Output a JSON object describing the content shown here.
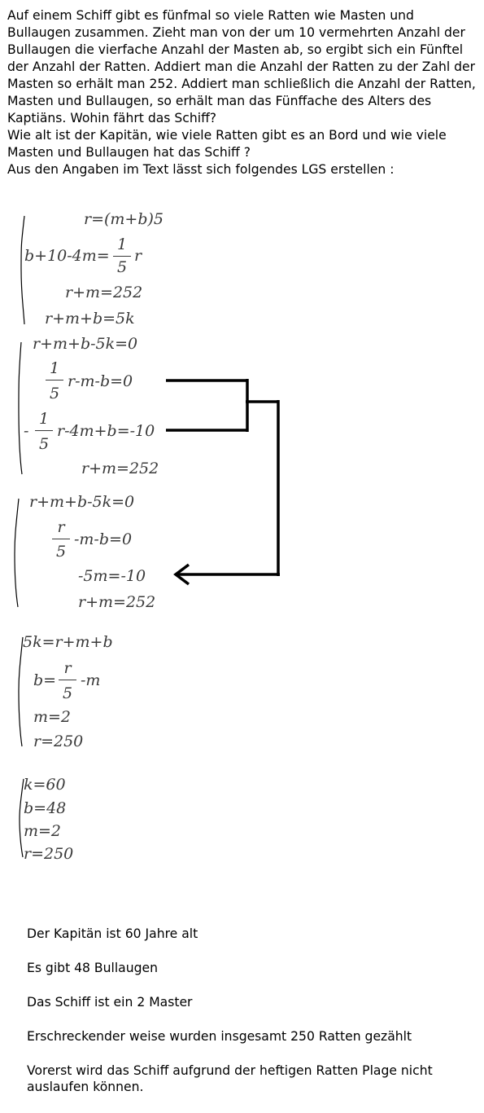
{
  "intro": {
    "paragraph": "Auf einem Schiff gibt es fünfmal so viele Ratten wie Masten und Bullaugen zusammen. Zieht man von der um 10 vermehrten Anzahl der Bullaugen die vierfache Anzahl der Masten ab, so ergibt sich ein Fünftel der Anzahl der Ratten. Addiert man die Anzahl der Ratten zu der Zahl der Masten so erhält man 252. Addiert man schließlich die Anzahl der Ratten, Masten und Bullaugen, so erhält man das Fünffache des Alters des Kaptiäns. Wohin fährt das Schiff?",
    "question": "Wie alt ist der Kapitän, wie viele Ratten gibt es an Bord und wie viele Masten und Bullaugen hat das Schiff ?",
    "lgs_intro": "Aus den Angaben im Text lässt sich folgendes LGS erstellen :"
  },
  "system1": {
    "eq1": "r=(m+b)5",
    "eq2_left": "b+10-4m=",
    "eq2_num": "1",
    "eq2_den": "5",
    "eq2_right": "r",
    "eq3": "r+m=252",
    "eq4": "r+m+b=5k"
  },
  "system2": {
    "eq1": "r+m+b-5k=0",
    "eq2_num": "1",
    "eq2_den": "5",
    "eq2_right": "r-m-b=0",
    "eq3_sign": "-",
    "eq3_num": "1",
    "eq3_den": "5",
    "eq3_right": "r-4m+b=-10",
    "eq4": "r+m=252"
  },
  "system3": {
    "eq1": "r+m+b-5k=0",
    "eq2_num": "r",
    "eq2_den": "5",
    "eq2_right": "-m-b=0",
    "eq3": "-5m=-10",
    "eq4": "r+m=252"
  },
  "system4": {
    "eq1": "5k=r+m+b",
    "eq2_left": "b=",
    "eq2_num": "r",
    "eq2_den": "5",
    "eq2_right": "-m",
    "eq3": "m=2",
    "eq4": "r=250"
  },
  "system5": {
    "eq1": "k=60",
    "eq2": "b=48",
    "eq3": "m=2",
    "eq4": "r=250"
  },
  "answers": [
    "Der Kapitän ist 60 Jahre alt",
    "Es gibt 48 Bullaugen",
    "Das Schiff ist ein 2 Master",
    "Erschreckender weise wurden insgesamt 250 Ratten gezählt",
    "Vorerst wird das Schiff aufgrund der heftigen Ratten Plage nicht auslaufen können."
  ]
}
